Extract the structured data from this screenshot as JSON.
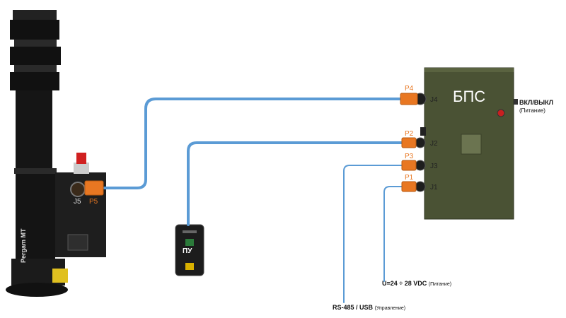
{
  "telescope": {
    "brand": "Pergam MT",
    "jack_label": "J5",
    "port_label": "P5"
  },
  "remote": {
    "label": "ПУ"
  },
  "box": {
    "title": "БПС",
    "power_switch_label": "ВКЛ/ВЫКЛ",
    "power_switch_sub": "(Питание)",
    "jacks": [
      "J4",
      "J2",
      "J3",
      "J1"
    ],
    "ports": [
      "P4",
      "P2",
      "P3",
      "P1"
    ]
  },
  "annotations": {
    "power_main": "U=24 ÷ 28 VDC",
    "power_sub": "(Питание)",
    "control_main": "RS-485 / USB",
    "control_sub": "(Управление)"
  },
  "colors": {
    "cable": "#5b9bd5",
    "connector": "#e87722",
    "box": "#4a5234",
    "telescope": "#1a1a1a",
    "lead": "#444444"
  }
}
